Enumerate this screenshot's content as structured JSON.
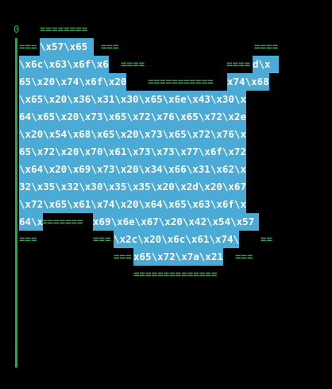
{
  "terminal": {
    "background": "#000000",
    "accent_green": "#2aa84a",
    "highlight": "#4aabd6",
    "prompt_marker": "0",
    "lines": {
      "l0": [
        "========"
      ],
      "l1": [
        "===",
        "\\x57\\x65 ",
        "===",
        "===="
      ],
      "l2": [
        "\\x6c\\x63\\x6f\\x6",
        "====",
        "====",
        "d\\x"
      ],
      "l3": [
        "65\\x20\\x74\\x6f\\x20",
        "===========",
        "x74\\x68"
      ],
      "l4": [
        "\\x65\\x20\\x36\\x31\\x30\\x65\\x6e\\x43\\x30\\x"
      ],
      "l5": [
        "64\\x65\\x20\\x73\\x65\\x72\\x76\\x65\\x72\\x2e"
      ],
      "l6": [
        "\\x20\\x54\\x68\\x65\\x20\\x73\\x65\\x72\\x76\\x"
      ],
      "l7": [
        "65\\x72\\x20\\x70\\x61\\x73\\x73\\x77\\x6f\\x72"
      ],
      "l8": [
        "\\x64\\x20\\x69\\x73\\x20\\x34\\x66\\x31\\x62\\x"
      ],
      "l9": [
        "32\\x35\\x32\\x30\\x35\\x35\\x20\\x2d\\x20\\x67"
      ],
      "l10": [
        "\\x72\\x65\\x61\\x74\\x20\\x64\\x65\\x63\\x6f\\x"
      ],
      "l11": [
        "64\\x",
        "=======",
        "x69\\x6e\\x67\\x20\\x42\\x54\\x57"
      ],
      "l12": [
        "===",
        "===",
        "\\x2c\\x20\\x6c\\x61\\x74\\",
        "=="
      ],
      "l13": [
        "===",
        "x65\\x72\\x7a\\x21",
        "==="
      ],
      "l14": [
        "=============="
      ]
    }
  }
}
